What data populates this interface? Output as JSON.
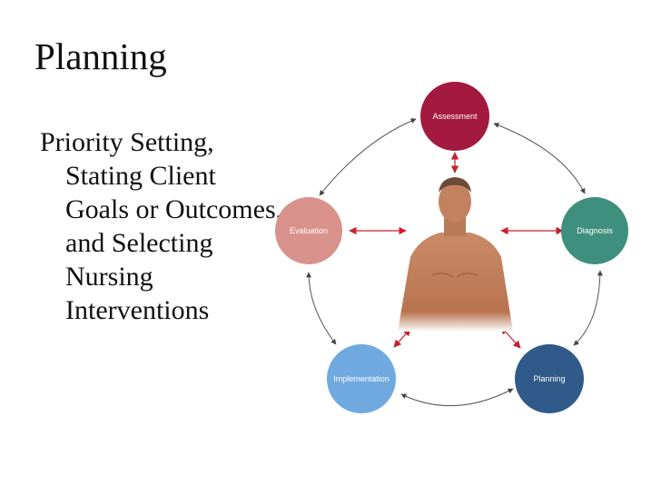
{
  "slide": {
    "title": "Planning",
    "body": "Priority Setting, Stating Client Goals or Outcomes, and Selecting Nursing Interventions"
  },
  "diagram": {
    "center_figure": "human-torso-figure",
    "nodes": [
      {
        "id": "assessment",
        "label": "Assessment",
        "color": "#a3193f"
      },
      {
        "id": "diagnosis",
        "label": "Diagnosis",
        "color": "#3f8f7e"
      },
      {
        "id": "planning",
        "label": "Planning",
        "color": "#2f5a89"
      },
      {
        "id": "implementation",
        "label": "Implementation",
        "color": "#6fa9df"
      },
      {
        "id": "evaluation",
        "label": "Evaluation",
        "color": "#d9928b"
      }
    ]
  }
}
